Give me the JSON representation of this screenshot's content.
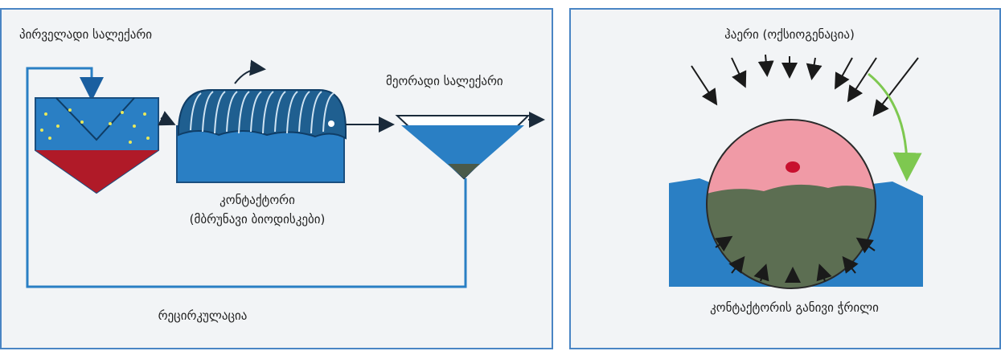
{
  "left_panel": {
    "primary_clarifier": "პირველადი სალექარი",
    "secondary_clarifier": "მეორადი სალექარი",
    "contactor_line1": "კონტაქტორი",
    "contactor_line2": "(მბრუნავი ბიოდისკები)",
    "recirculation": "რეცირკულაცია"
  },
  "right_panel": {
    "air_label": "ჰაერი (ოქსიოგენაცია)",
    "cross_section_label": "კონტაქტორის განივი ჭრილი"
  },
  "colors": {
    "frame_blue": "#4a85c4",
    "water_blue": "#2a7fc4",
    "sludge_red": "#b01a28",
    "disc_pink": "#f09aa6",
    "biofilm_olive": "#5c6e52",
    "green_arrow": "#7ec850"
  }
}
